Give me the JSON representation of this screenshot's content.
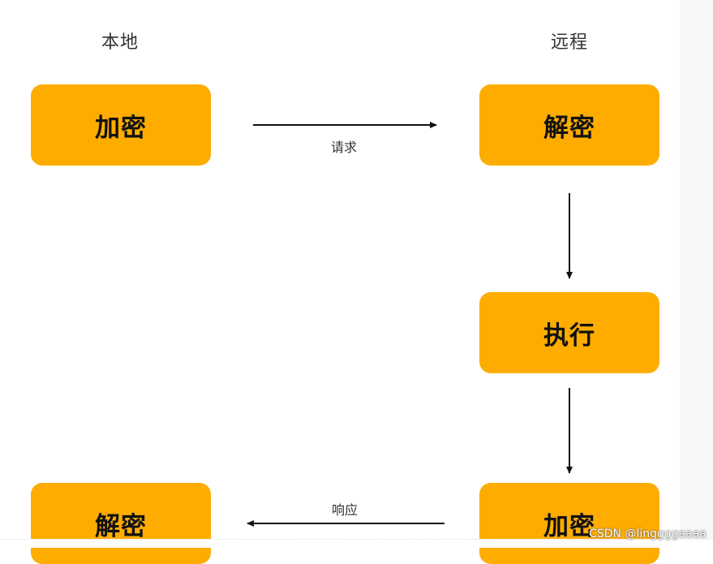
{
  "colors": {
    "box_fill": "#FFAC00",
    "arrow": "#111111"
  },
  "headers": {
    "local": "本地",
    "remote": "远程"
  },
  "nodes": {
    "local_encrypt": "加密",
    "remote_decrypt": "解密",
    "remote_execute": "执行",
    "local_decrypt": "解密",
    "remote_encrypt": "加密"
  },
  "edges": {
    "request": "请求",
    "response": "响应"
  },
  "watermark": "CSDN @linggggaaaa"
}
